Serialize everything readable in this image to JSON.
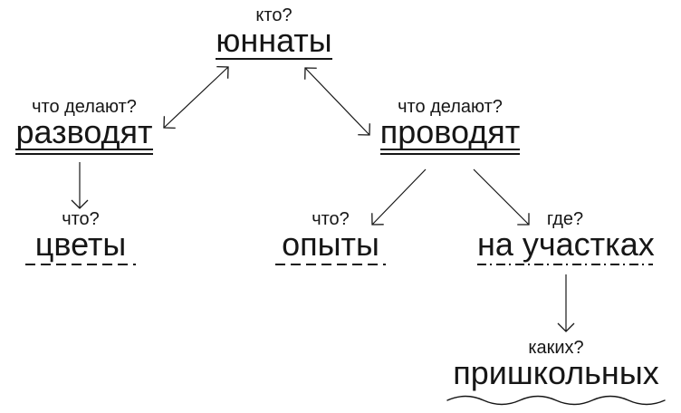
{
  "diagram": {
    "background": "#ffffff",
    "text_color": "#161616",
    "nodes": {
      "subject": {
        "question": "кто?",
        "word": "юннаты",
        "underline": "solid"
      },
      "predicate_left": {
        "question": "что делают?",
        "word": "разводят",
        "underline": "double"
      },
      "predicate_right": {
        "question": "что делают?",
        "word": "проводят",
        "underline": "double"
      },
      "object_left": {
        "question": "что?",
        "word": "цветы",
        "underline": "dashed"
      },
      "object_mid": {
        "question": "что?",
        "word": "опыты",
        "underline": "dashed"
      },
      "adverbial": {
        "question": "где?",
        "word": "на участках",
        "underline": "dash-dot"
      },
      "attribute": {
        "question": "каких?",
        "word": "пришкольных",
        "underline": "wavy"
      }
    },
    "arrows": [
      {
        "from": "predicate_left",
        "to": "subject",
        "bidirectional": true
      },
      {
        "from": "predicate_right",
        "to": "subject",
        "bidirectional": true
      },
      {
        "from": "predicate_left",
        "to": "object_left",
        "bidirectional": false
      },
      {
        "from": "predicate_right",
        "to": "object_mid",
        "bidirectional": false
      },
      {
        "from": "predicate_right",
        "to": "adverbial",
        "bidirectional": false
      },
      {
        "from": "adverbial",
        "to": "attribute",
        "bidirectional": false
      }
    ]
  }
}
